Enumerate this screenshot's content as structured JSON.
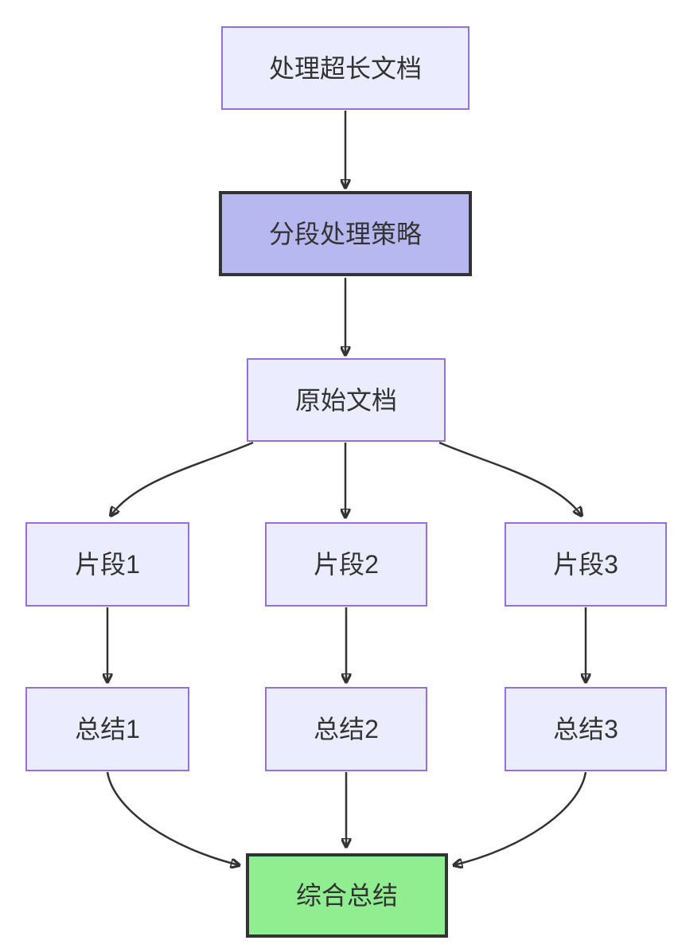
{
  "diagram": {
    "type": "flowchart",
    "direction": "top-down",
    "nodes": [
      {
        "id": "process",
        "label": "处理超长文档",
        "style": "default"
      },
      {
        "id": "strategy",
        "label": "分段处理策略",
        "style": "emphasis"
      },
      {
        "id": "original",
        "label": "原始文档",
        "style": "default"
      },
      {
        "id": "frag1",
        "label": "片段1",
        "style": "default"
      },
      {
        "id": "frag2",
        "label": "片段2",
        "style": "default"
      },
      {
        "id": "frag3",
        "label": "片段3",
        "style": "default"
      },
      {
        "id": "sum1",
        "label": "总结1",
        "style": "default"
      },
      {
        "id": "sum2",
        "label": "总结2",
        "style": "default"
      },
      {
        "id": "sum3",
        "label": "总结3",
        "style": "default"
      },
      {
        "id": "final",
        "label": "综合总结",
        "style": "success"
      }
    ],
    "edges": [
      {
        "from": "process",
        "to": "strategy"
      },
      {
        "from": "strategy",
        "to": "original"
      },
      {
        "from": "original",
        "to": "frag1"
      },
      {
        "from": "original",
        "to": "frag2"
      },
      {
        "from": "original",
        "to": "frag3"
      },
      {
        "from": "frag1",
        "to": "sum1"
      },
      {
        "from": "frag2",
        "to": "sum2"
      },
      {
        "from": "frag3",
        "to": "sum3"
      },
      {
        "from": "sum1",
        "to": "final"
      },
      {
        "from": "sum2",
        "to": "final"
      },
      {
        "from": "sum3",
        "to": "final"
      }
    ],
    "colors": {
      "node_fill": "#ECECFF",
      "node_border": "#9370DB",
      "emphasis_fill": "#B8B8F0",
      "emphasis_border": "#333333",
      "final_fill": "#90EE90",
      "edge": "#333333",
      "text": "#333333",
      "background": "#FFFFFF"
    }
  }
}
